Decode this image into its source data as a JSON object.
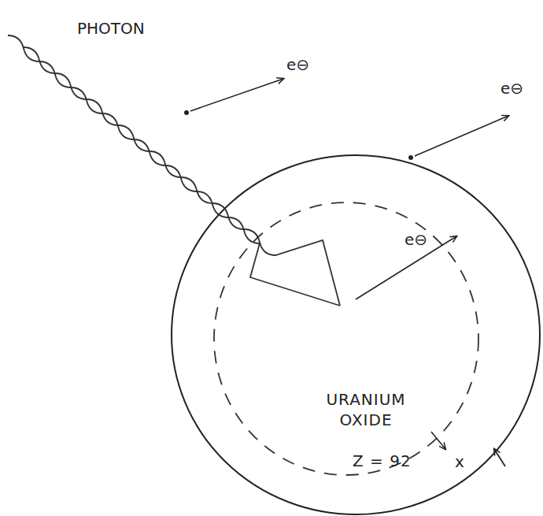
{
  "diagram": {
    "nodes": [
      {
        "text": [
          "URANIUM OXIDE",
          "Z = 92"
        ]
      }
    ],
    "labels": [
      "PHOTON",
      "e⊖",
      "e⊖",
      "e⊖",
      "x"
    ]
  }
}
